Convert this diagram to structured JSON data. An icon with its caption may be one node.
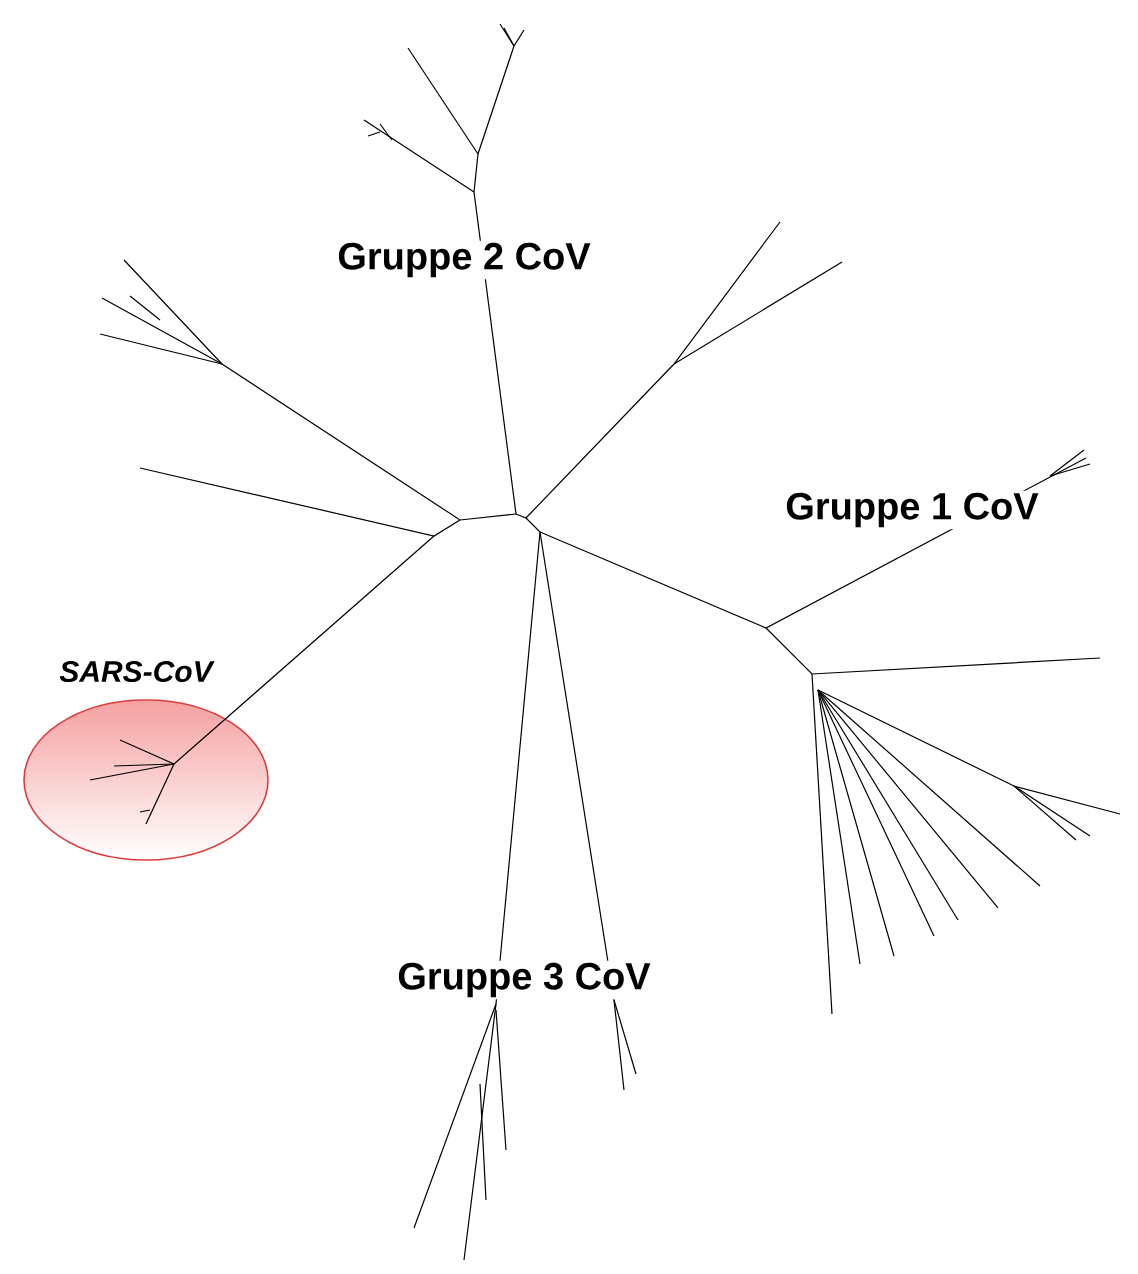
{
  "diagram": {
    "nodes": [
      {
        "text": [
          "SARS-CoV"
        ]
      }
    ],
    "labels": [
      "Gruppe 2 CoV",
      "Gruppe 1 CoV",
      "Gruppe 3 CoV"
    ]
  }
}
